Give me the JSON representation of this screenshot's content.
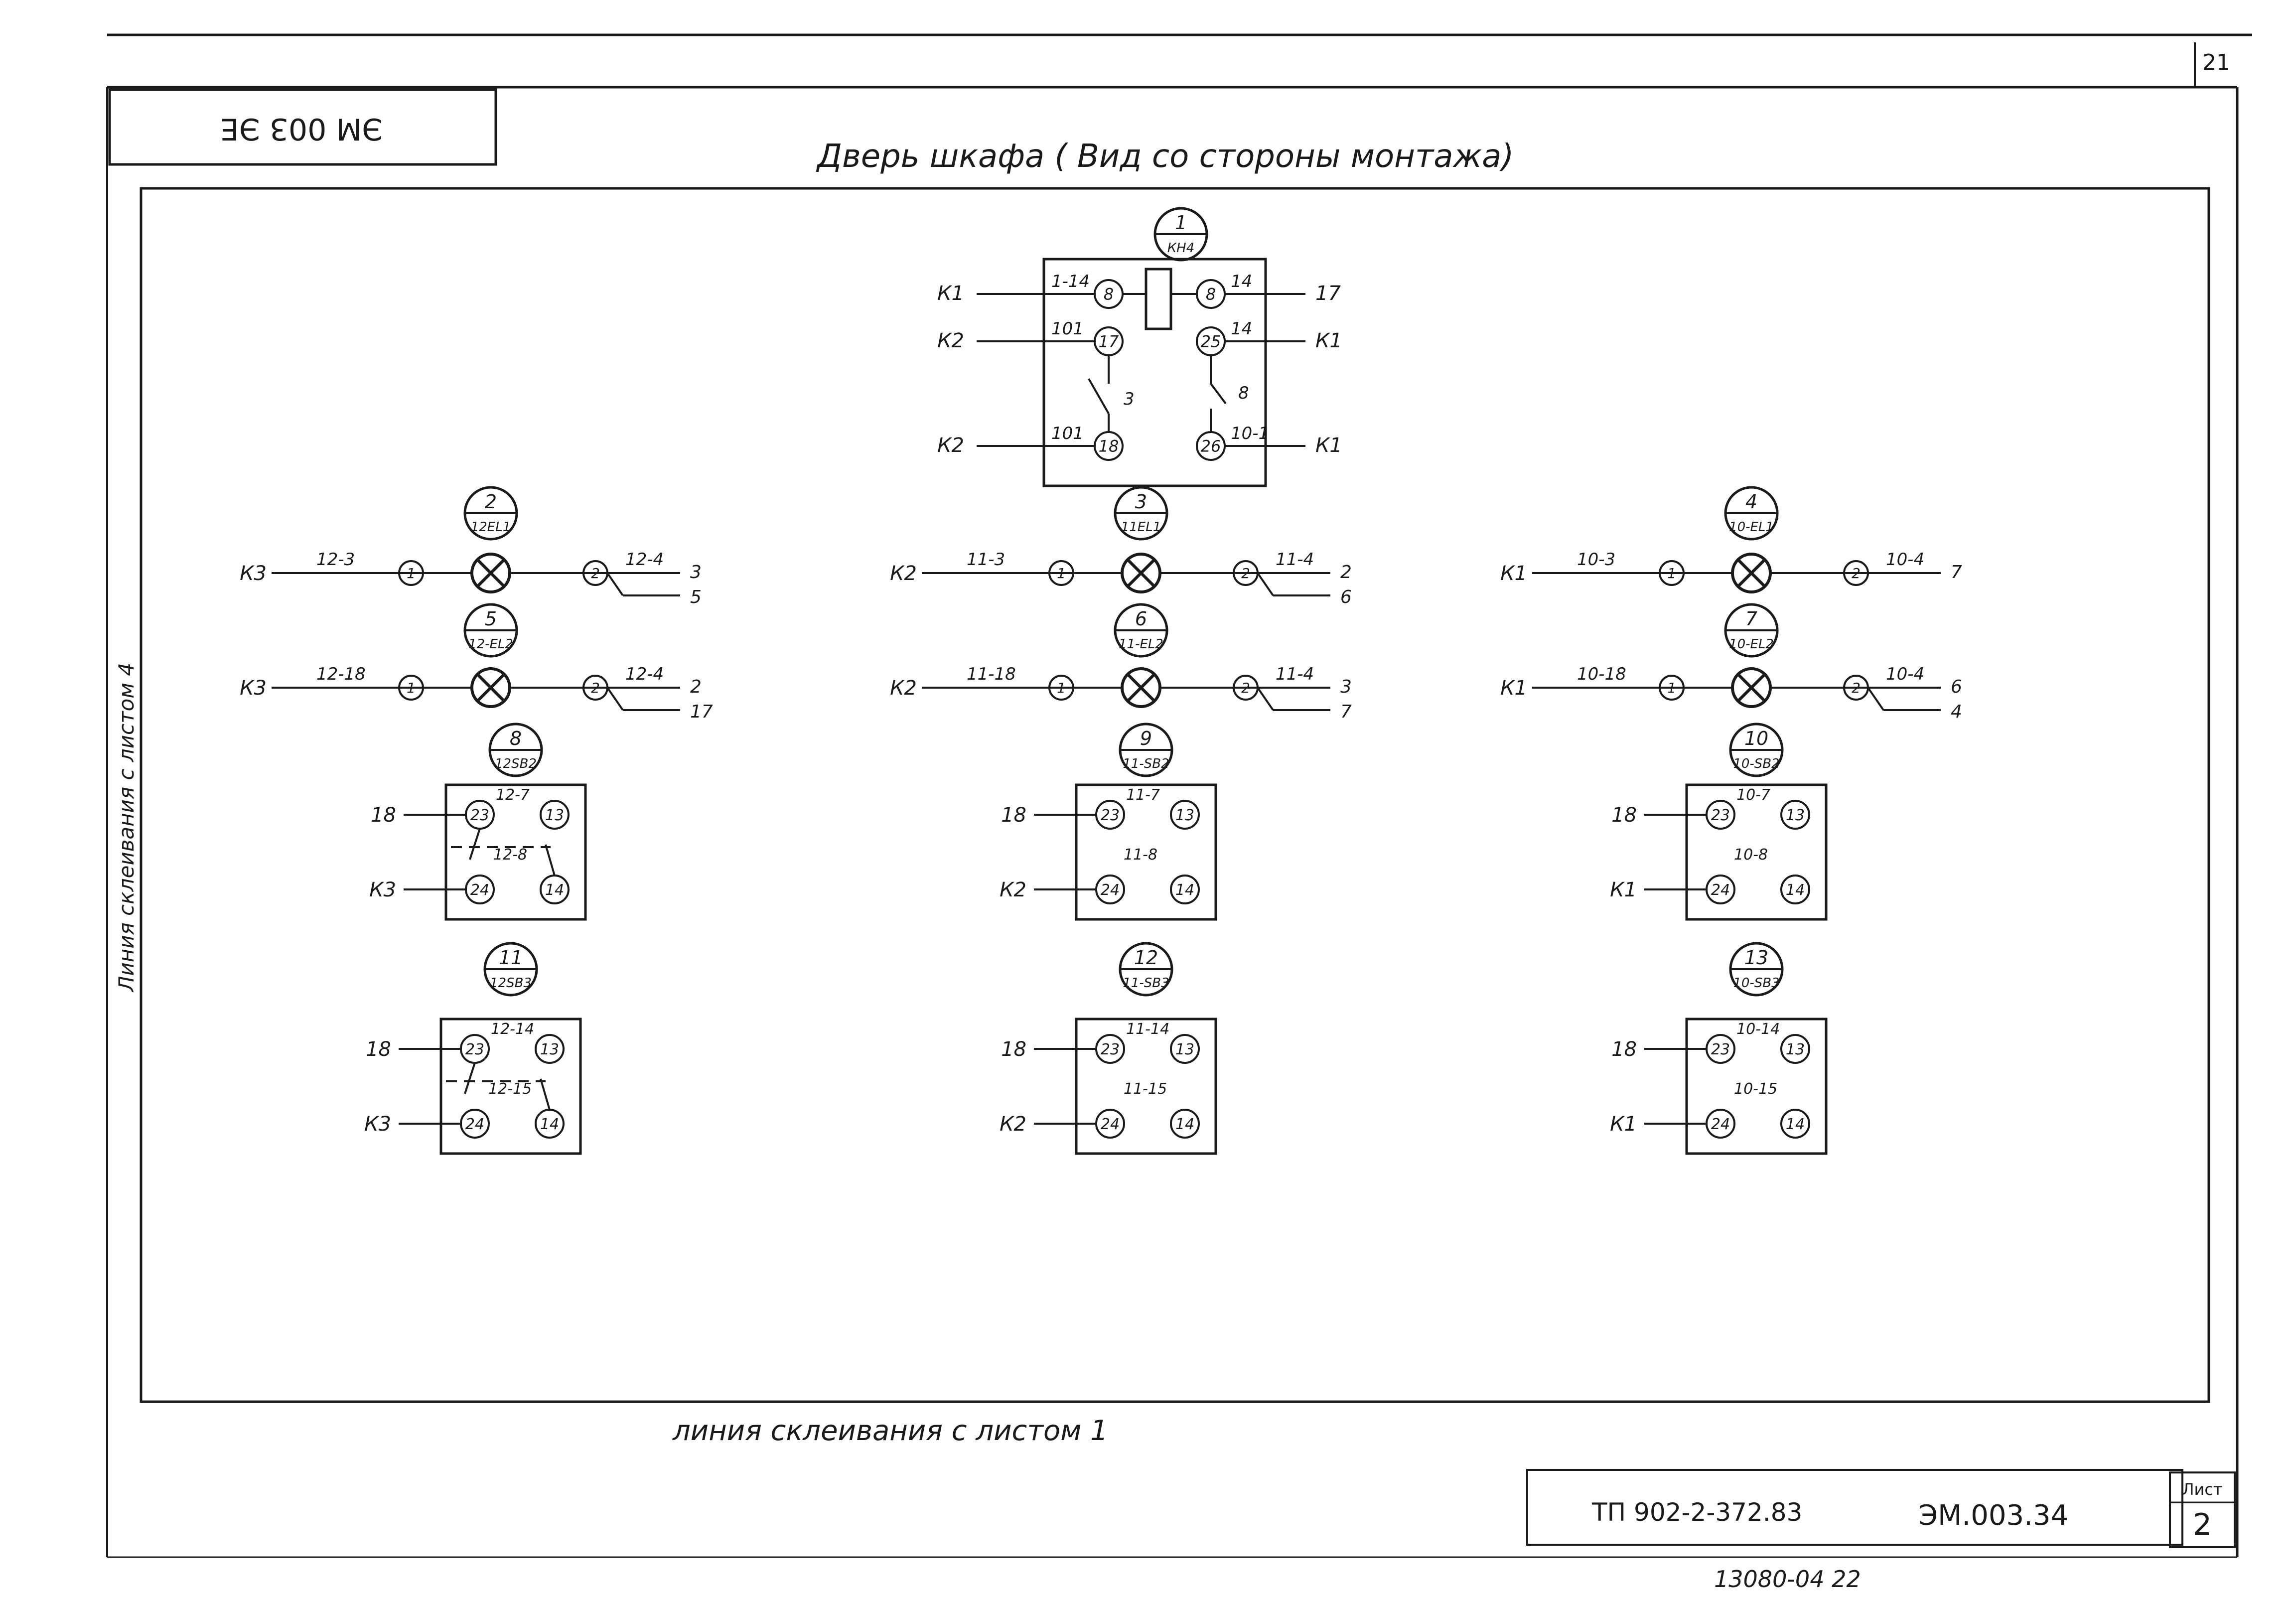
{
  "sheet_number": "21",
  "stamp_code": "ЭМ 003 ЭЕ",
  "title": "Дверь шкафа ( Вид со стороны монтажа)",
  "side_note": "Линия склеивания с листом 4",
  "bottom_note": "линия склеивания с листом 1",
  "title_block": {
    "project": "ТП 902-2-372.83",
    "code": "ЭМ.003.34",
    "sheet_label": "Лист",
    "sheet_value": "2"
  },
  "footer_code": "13080-04 22",
  "device_top": {
    "tag_num": "1",
    "tag_name": "КН4",
    "left_cables": [
      "К1",
      "К2",
      "К2"
    ],
    "left_wires": [
      "1-14",
      "101",
      "101"
    ],
    "left_terms": [
      "8",
      "17",
      "18"
    ],
    "right_terms": [
      "8",
      "25",
      "26"
    ],
    "right_wires": [
      "14",
      "14",
      "10-1"
    ],
    "right_cables": [
      "17",
      "К1",
      "К1"
    ],
    "contact_marks": [
      "3",
      "8"
    ]
  },
  "lamps": [
    {
      "tag_num": "2",
      "tag_name": "12EL1",
      "cable": "К3",
      "wire_l": "12-3",
      "term_l": "1",
      "term_r": "2",
      "wire_r": "12-4",
      "out1": "3",
      "out2": "5"
    },
    {
      "tag_num": "5",
      "tag_name": "12-EL2",
      "cable": "К3",
      "wire_l": "12-18",
      "term_l": "1",
      "term_r": "2",
      "wire_r": "12-4",
      "out1": "2",
      "out2": "17"
    },
    {
      "tag_num": "3",
      "tag_name": "11EL1",
      "cable": "К2",
      "wire_l": "11-3",
      "term_l": "1",
      "term_r": "2",
      "wire_r": "11-4",
      "out1": "2",
      "out2": "6"
    },
    {
      "tag_num": "6",
      "tag_name": "11-EL2",
      "cable": "К2",
      "wire_l": "11-18",
      "term_l": "1",
      "term_r": "2",
      "wire_r": "11-4",
      "out1": "3",
      "out2": "7"
    },
    {
      "tag_num": "4",
      "tag_name": "10-EL1",
      "cable": "К1",
      "wire_l": "10-3",
      "term_l": "1",
      "term_r": "2",
      "wire_r": "10-4",
      "out1": "7",
      "out2": ""
    },
    {
      "tag_num": "7",
      "tag_name": "10-EL2",
      "cable": "К1",
      "wire_l": "10-18",
      "term_l": "1",
      "term_r": "2",
      "wire_r": "10-4",
      "out1": "6",
      "out2": "4"
    }
  ],
  "switches": [
    {
      "tag_num": "8",
      "tag_name": "12SB2",
      "row1_label": "18",
      "row2_label": "К3",
      "wire_top": "12-7",
      "wire_mid": "12-8",
      "t23": "23",
      "t24": "24",
      "t13": "13",
      "t14": "14"
    },
    {
      "tag_num": "11",
      "tag_name": "12SB3",
      "row1_label": "18",
      "row2_label": "К3",
      "wire_top": "12-14",
      "wire_mid": "12-15",
      "t23": "23",
      "t24": "24",
      "t13": "13",
      "t14": "14"
    },
    {
      "tag_num": "9",
      "tag_name": "11-SB2",
      "row1_label": "18",
      "row2_label": "К2",
      "wire_top": "11-7",
      "wire_mid": "11-8",
      "t23": "23",
      "t24": "24",
      "t13": "13",
      "t14": "14"
    },
    {
      "tag_num": "12",
      "tag_name": "11-SB3",
      "row1_label": "18",
      "row2_label": "К2",
      "wire_top": "11-14",
      "wire_mid": "11-15",
      "t23": "23",
      "t24": "24",
      "t13": "13",
      "t14": "14"
    },
    {
      "tag_num": "10",
      "tag_name": "10-SB2",
      "row1_label": "18",
      "row2_label": "К1",
      "wire_top": "10-7",
      "wire_mid": "10-8",
      "t23": "23",
      "t24": "24",
      "t13": "13",
      "t14": "14"
    },
    {
      "tag_num": "13",
      "tag_name": "10-SB3",
      "row1_label": "18",
      "row2_label": "К1",
      "wire_top": "10-14",
      "wire_mid": "10-15",
      "t23": "23",
      "t24": "24",
      "t13": "13",
      "t14": "14"
    }
  ]
}
